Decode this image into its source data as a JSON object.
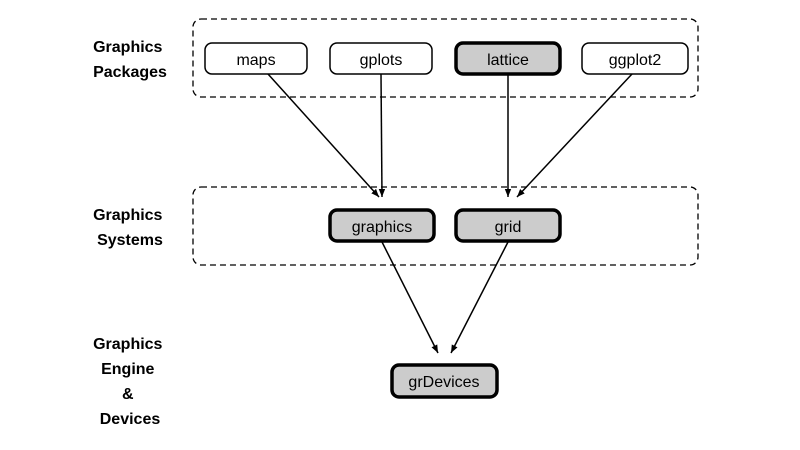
{
  "layers": [
    {
      "id": "packages",
      "label_lines": [
        "Graphics",
        "Packages"
      ]
    },
    {
      "id": "systems",
      "label_lines": [
        "Graphics",
        "Systems"
      ]
    },
    {
      "id": "engine",
      "label_lines": [
        "Graphics",
        "Engine",
        "&",
        "Devices"
      ]
    }
  ],
  "nodes": [
    {
      "id": "maps",
      "label": "maps",
      "layer": "packages",
      "highlighted": false
    },
    {
      "id": "gplots",
      "label": "gplots",
      "layer": "packages",
      "highlighted": false
    },
    {
      "id": "lattice",
      "label": "lattice",
      "layer": "packages",
      "highlighted": true
    },
    {
      "id": "ggplot2",
      "label": "ggplot2",
      "layer": "packages",
      "highlighted": false
    },
    {
      "id": "graphics",
      "label": "graphics",
      "layer": "systems",
      "highlighted": true
    },
    {
      "id": "grid",
      "label": "grid",
      "layer": "systems",
      "highlighted": true
    },
    {
      "id": "grDevices",
      "label": "grDevices",
      "layer": "engine",
      "highlighted": true
    }
  ],
  "edges": [
    {
      "from": "maps",
      "to": "graphics"
    },
    {
      "from": "gplots",
      "to": "graphics"
    },
    {
      "from": "lattice",
      "to": "grid"
    },
    {
      "from": "ggplot2",
      "to": "grid"
    },
    {
      "from": "graphics",
      "to": "grDevices"
    },
    {
      "from": "grid",
      "to": "grDevices"
    }
  ],
  "colors": {
    "highlight_fill": "#cccccc",
    "plain_fill": "#ffffff",
    "stroke": "#000000"
  }
}
